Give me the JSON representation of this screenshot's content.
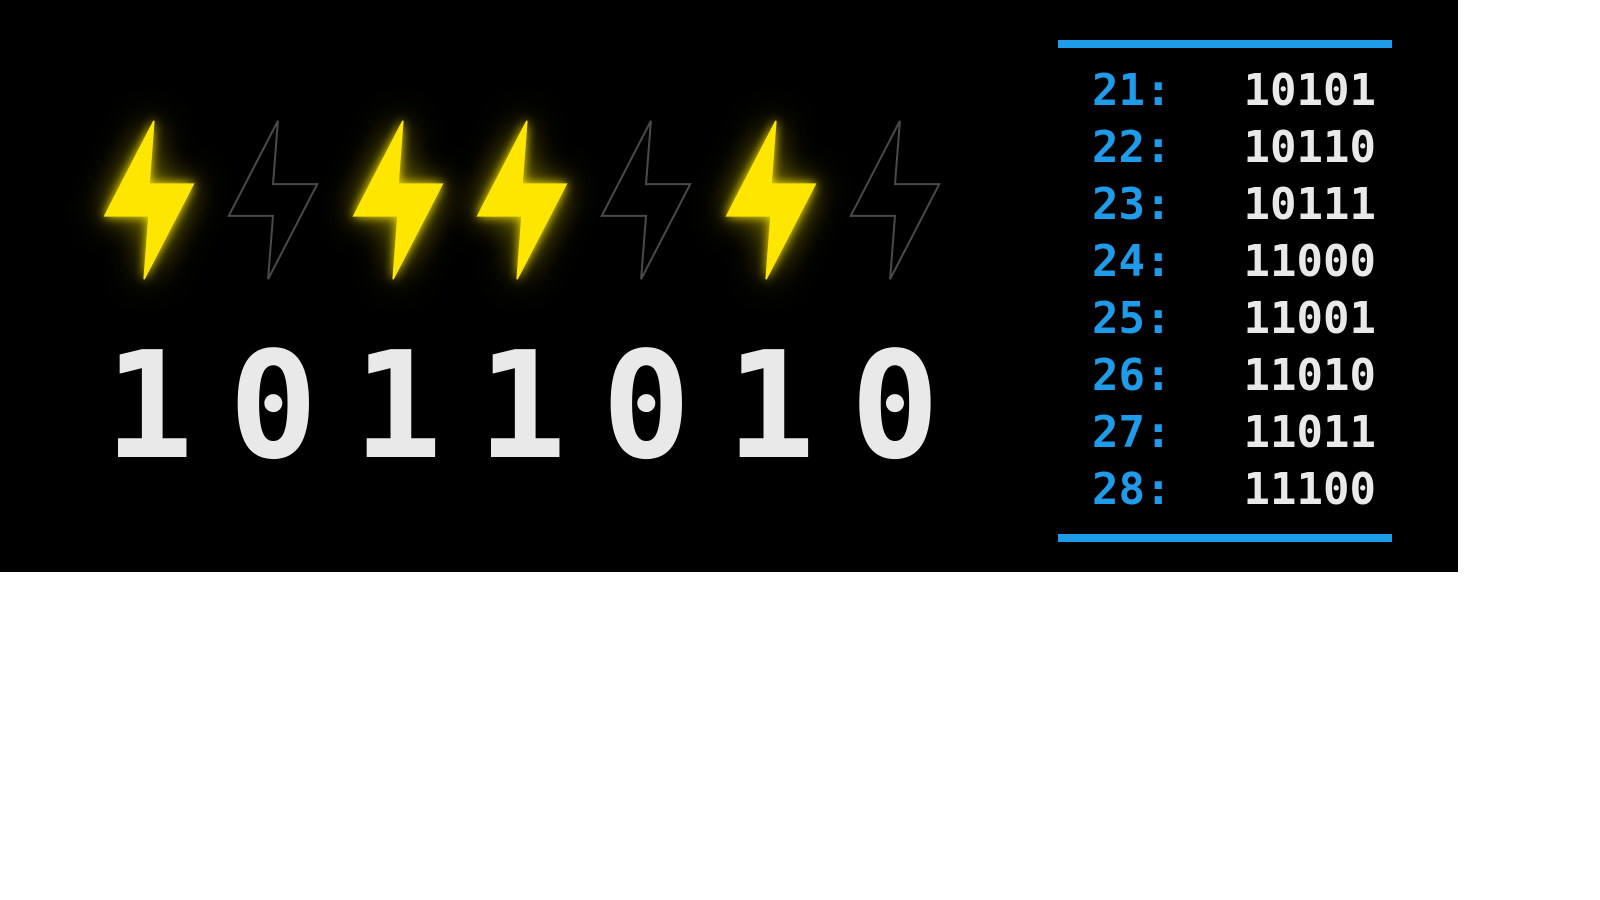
{
  "colors": {
    "background": "#000000",
    "accent_blue": "#1e9be9",
    "bolt_on": "#ffe600",
    "bolt_off_outline": "#4a4a4a",
    "text_light": "#e9e9e9"
  },
  "bolts": [
    1,
    0,
    1,
    1,
    0,
    1,
    0
  ],
  "binary_display": {
    "digits": [
      "1",
      "0",
      "1",
      "1",
      "0",
      "1",
      "0"
    ]
  },
  "conversion_table": {
    "rows": [
      {
        "decimal": "21:",
        "binary": "10101"
      },
      {
        "decimal": "22:",
        "binary": "10110"
      },
      {
        "decimal": "23:",
        "binary": "10111"
      },
      {
        "decimal": "24:",
        "binary": "11000"
      },
      {
        "decimal": "25:",
        "binary": "11001"
      },
      {
        "decimal": "26:",
        "binary": "11010"
      },
      {
        "decimal": "27:",
        "binary": "11011"
      },
      {
        "decimal": "28:",
        "binary": "11100"
      }
    ]
  }
}
